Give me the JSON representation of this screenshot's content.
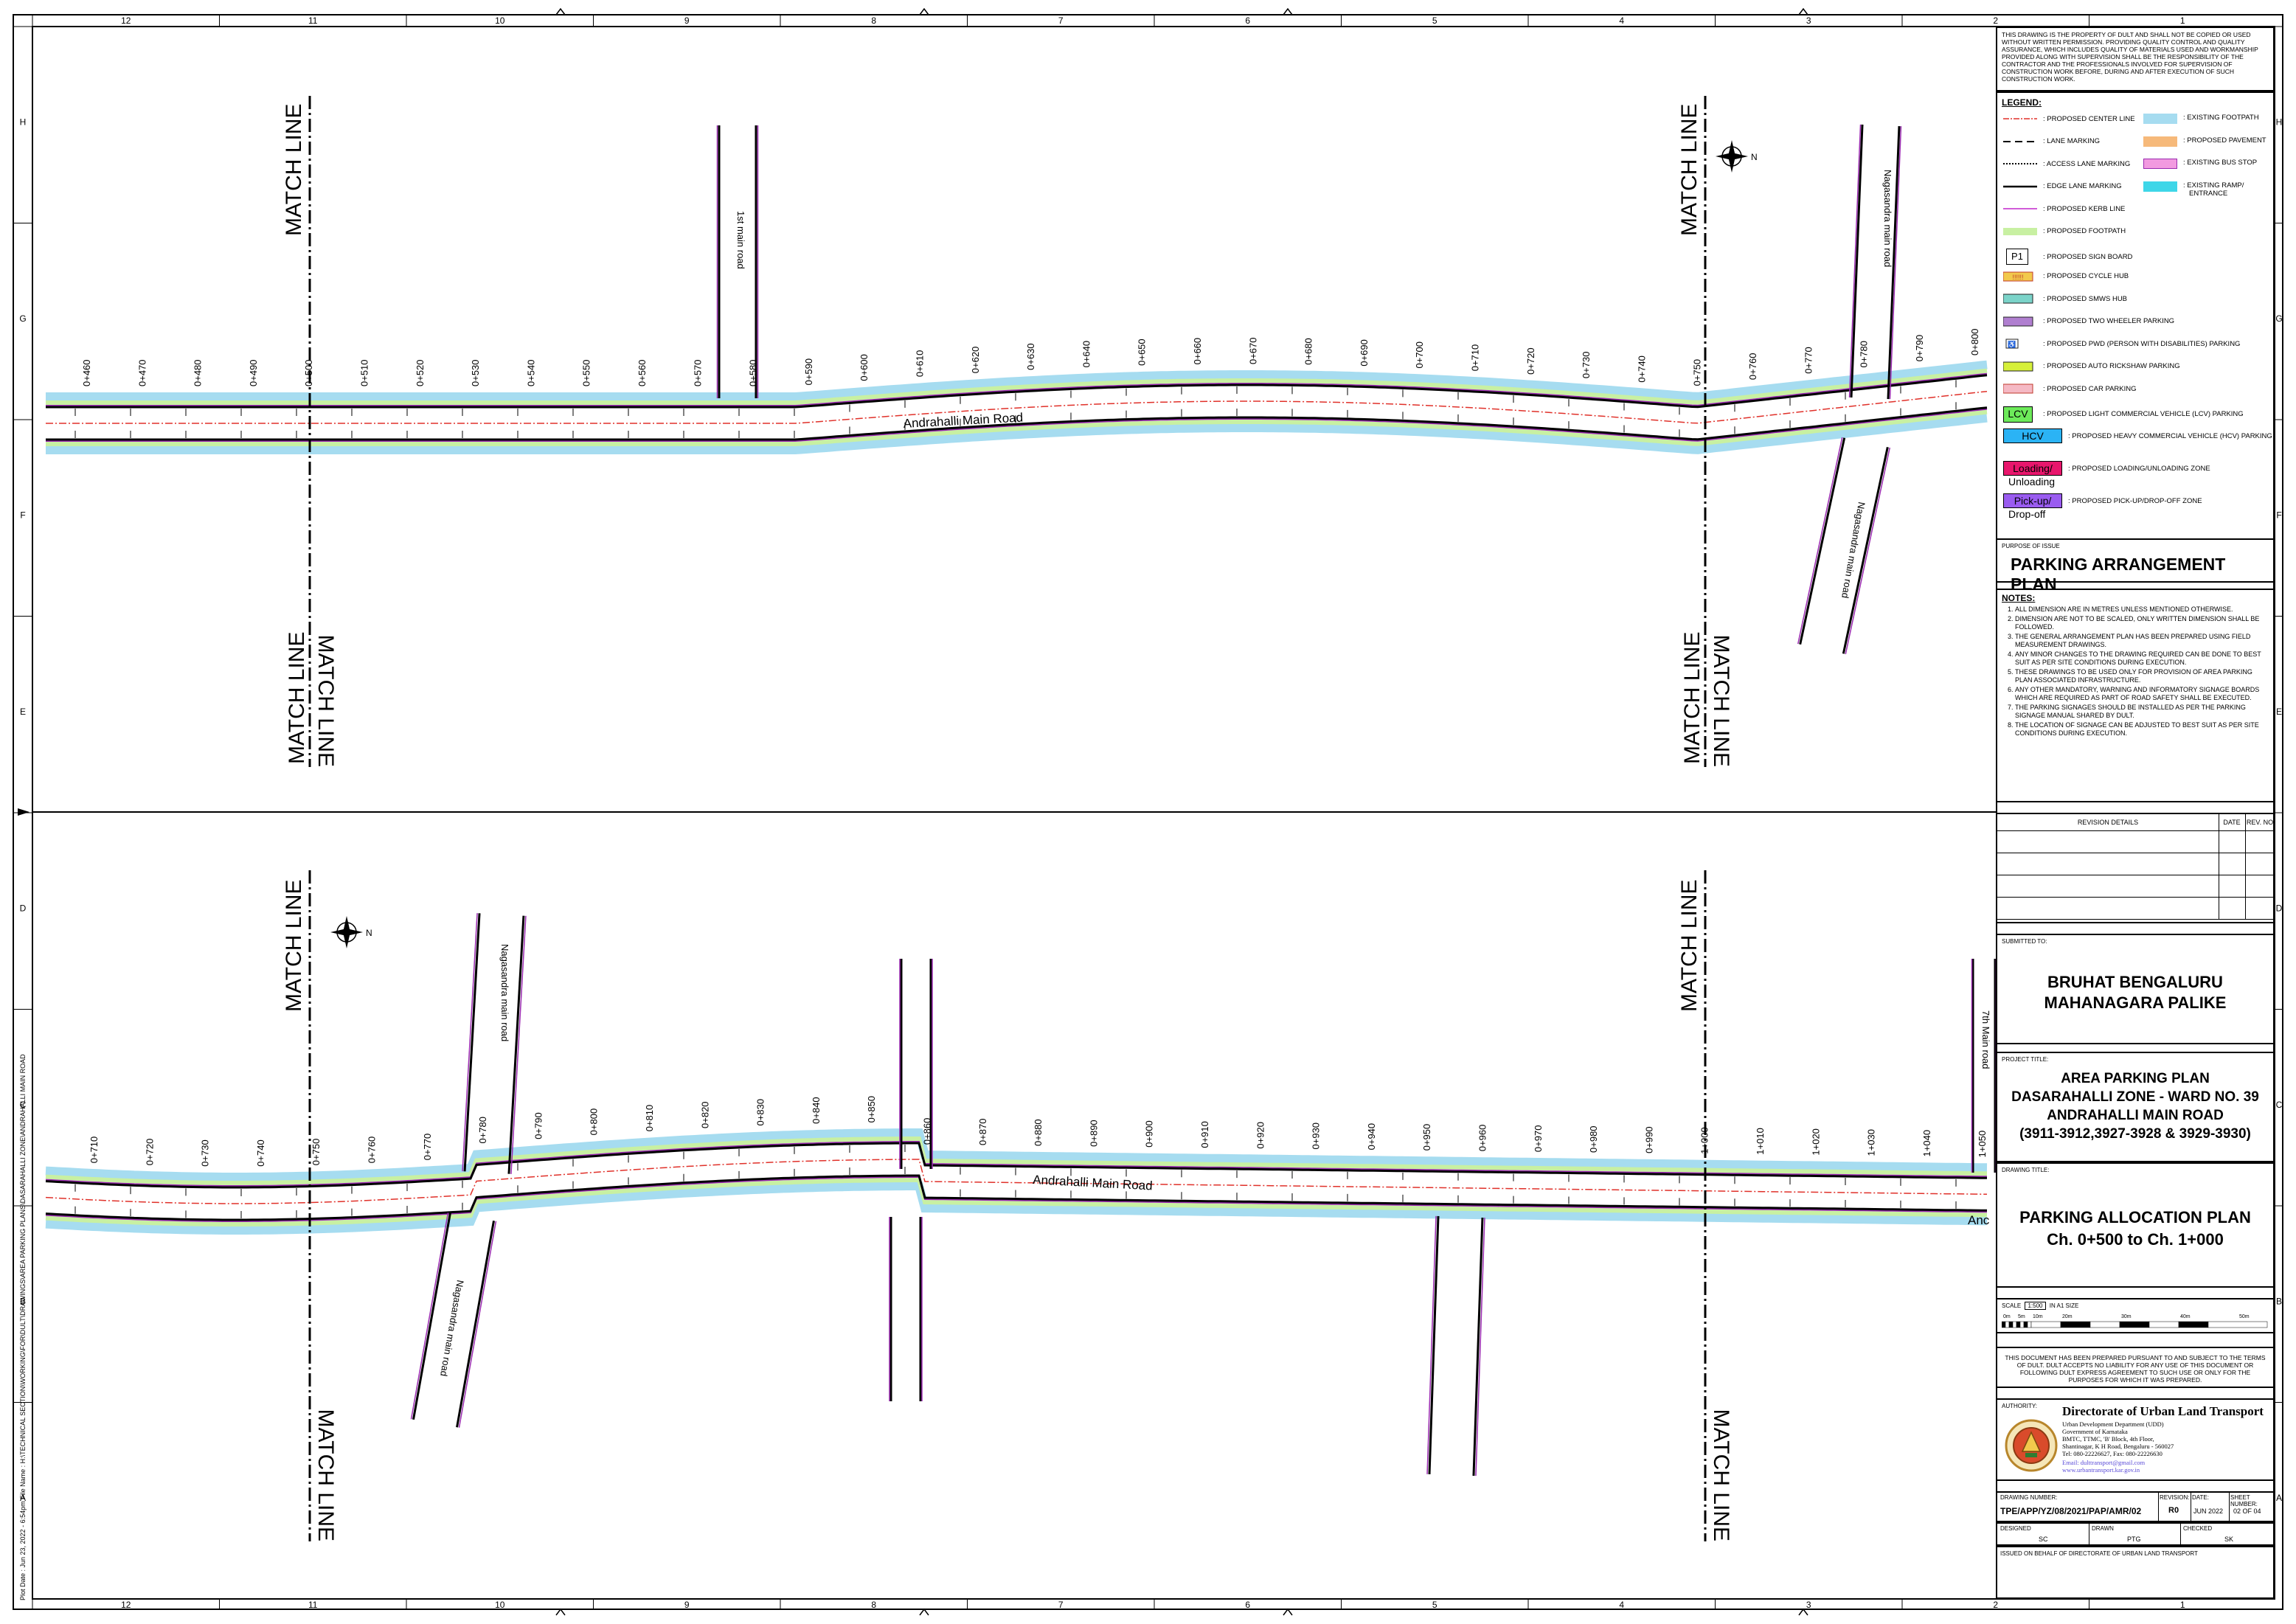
{
  "grid": {
    "columns": [
      "12",
      "11",
      "10",
      "9",
      "8",
      "7",
      "6",
      "5",
      "4",
      "3",
      "2",
      "1"
    ],
    "rows": [
      "H",
      "G",
      "F",
      "E",
      "D",
      "C",
      "B",
      "A"
    ]
  },
  "plan_top": {
    "road_name": "Andrahalli Main Road",
    "chainages": [
      "0+460",
      "0+470",
      "0+480",
      "0+490",
      "0+500",
      "0+510",
      "0+520",
      "0+530",
      "0+540",
      "0+550",
      "0+560",
      "0+570",
      "0+580",
      "0+590",
      "0+600",
      "0+610",
      "0+620",
      "0+630",
      "0+640",
      "0+650",
      "0+660",
      "0+670",
      "0+680",
      "0+690",
      "0+700",
      "0+710",
      "0+720",
      "0+730",
      "0+740",
      "0+750",
      "0+760",
      "0+770",
      "0+780",
      "0+790",
      "0+800"
    ],
    "side_roads": [
      "1st main road",
      "Nagasandra main road",
      "Nagasandra main road"
    ],
    "match_line": "MATCH LINE"
  },
  "plan_bottom": {
    "road_name": "Andrahalli Main Road",
    "road_name_cut": "Anc",
    "chainages": [
      "0+710",
      "0+720",
      "0+730",
      "0+740",
      "0+750",
      "0+760",
      "0+770",
      "0+780",
      "0+790",
      "0+800",
      "0+810",
      "0+820",
      "0+830",
      "0+840",
      "0+850",
      "0+860",
      "0+870",
      "0+880",
      "0+890",
      "0+900",
      "0+910",
      "0+920",
      "0+930",
      "0+940",
      "0+950",
      "0+960",
      "0+970",
      "0+980",
      "0+990",
      "1+000",
      "1+010",
      "1+020",
      "1+030",
      "1+040",
      "1+050"
    ],
    "side_roads": [
      "Nagasandra main road",
      "Nagasandra main road",
      "7th Main road"
    ],
    "match_line": "MATCH LINE"
  },
  "title_block": {
    "disclaimer": "THIS DRAWING IS THE PROPERTY OF DULT AND SHALL NOT BE COPIED OR USED WITHOUT WRITTEN PERMISSION. PROVIDING QUALITY CONTROL AND QUALITY ASSURANCE, WHICH INCLUDES QUALITY OF MATERIALS USED AND WORKMANSHIP PROVIDED ALONG WITH SUPERVISION SHALL BE THE RESPONSIBILITY OF THE CONTRACTOR AND THE PROFESSIONALS INVOLVED FOR SUPERVISION OF CONSTRUCTION WORK BEFORE, DURING AND AFTER EXECUTION OF SUCH CONSTRUCTION WORK.",
    "legend_title": "LEGEND:",
    "legend_left": [
      {
        "label": ": PROPOSED CENTER LINE",
        "type": "redline"
      },
      {
        "label": ": LANE MARKING",
        "type": "dash"
      },
      {
        "label": ": ACCESS LANE MARKING",
        "type": "dot"
      },
      {
        "label": ": EDGE LANE MARKING",
        "type": "solid"
      },
      {
        "label": ": PROPOSED KERB LINE",
        "type": "magenta"
      },
      {
        "label": ": PROPOSED FOOTPATH",
        "type": "green"
      },
      {
        "label": ": PROPOSED SIGN BOARD",
        "type": "p1",
        "symbol": "P1"
      },
      {
        "label": ": PROPOSED CYCLE HUB",
        "type": "cycle"
      },
      {
        "label": ": PROPOSED SMWS HUB",
        "type": "smws"
      },
      {
        "label": ": PROPOSED TWO WHEELER PARKING",
        "type": "tw"
      },
      {
        "label": ": PROPOSED PWD (PERSON WITH DISABILITIES) PARKING",
        "type": "pwd"
      },
      {
        "label": ": PROPOSED AUTO RICKSHAW PARKING",
        "type": "auto"
      },
      {
        "label": ": PROPOSED CAR PARKING",
        "type": "car"
      },
      {
        "label": ": PROPOSED LIGHT COMMERCIAL VEHICLE (LCV) PARKING",
        "type": "lcv",
        "symbol": "LCV"
      },
      {
        "label": ": PROPOSED HEAVY COMMERCIAL VEHICLE (HCV) PARKING",
        "type": "hcv",
        "symbol": "HCV"
      },
      {
        "label": ": PROPOSED LOADING/UNLOADING ZONE",
        "type": "load",
        "symbol": "Loading/",
        "symbol2": "Unloading"
      },
      {
        "label": ": PROPOSED PICK-UP/DROP-OFF ZONE",
        "type": "pick",
        "symbol": "Pick-up/",
        "symbol2": "Drop-off"
      }
    ],
    "legend_right": [
      {
        "label": ": EXISTING FOOTPATH",
        "type": "exfoot"
      },
      {
        "label": ": PROPOSED PAVEMENT",
        "type": "pave"
      },
      {
        "label": ": EXISTING BUS STOP",
        "type": "bus"
      },
      {
        "label": ": EXISTING RAMP/",
        "label2": "ENTRANCE",
        "type": "ramp"
      }
    ],
    "purpose_caption": "PURPOSE OF ISSUE",
    "purpose": "PARKING ARRANGEMENT PLAN",
    "notes_title": "NOTES:",
    "notes": [
      "ALL DIMENSION ARE IN METRES UNLESS MENTIONED OTHERWISE.",
      "DIMENSION ARE NOT TO BE SCALED, ONLY WRITTEN DIMENSION SHALL BE FOLLOWED.",
      "THE GENERAL ARRANGEMENT PLAN HAS BEEN PREPARED USING FIELD MEASUREMENT DRAWINGS.",
      "ANY MINOR CHANGES TO THE DRAWING REQUIRED CAN BE DONE TO BEST SUIT AS PER SITE CONDITIONS DURING EXECUTION.",
      "THESE DRAWINGS TO BE USED ONLY FOR PROVISION OF AREA PARKING PLAN ASSOCIATED INFRASTRUCTURE.",
      "ANY OTHER MANDATORY, WARNING AND INFORMATORY SIGNAGE BOARDS WHICH ARE REQUIRED AS PART OF ROAD SAFETY SHALL BE EXECUTED.",
      "THE PARKING SIGNAGES SHOULD BE INSTALLED AS PER THE PARKING SIGNAGE MANUAL SHARED BY DULT.",
      "THE LOCATION OF SIGNAGE CAN BE ADJUSTED TO BEST SUIT AS PER SITE CONDITIONS DURING EXECUTION."
    ],
    "revision_headers": [
      "REVISION DETAILS",
      "DATE",
      "REV. NO"
    ],
    "submitted_caption": "SUBMITTED TO:",
    "submitted_line1": "BRUHAT BENGALURU",
    "submitted_line2": "MAHANAGARA PALIKE",
    "project_caption": "PROJECT TITLE:",
    "project_line1": "AREA PARKING PLAN",
    "project_line2": "DASARAHALLI ZONE - WARD NO. 39",
    "project_line3": "ANDRAHALLI MAIN ROAD",
    "project_line4": "(3911-3912,3927-3928 & 3929-3930)",
    "drawing_caption": "DRAWING TITLE:",
    "drawing_line1": "PARKING ALLOCATION PLAN",
    "drawing_line2": "Ch. 0+500 to Ch. 1+000",
    "scale_label": "SCALE",
    "scale_value": "1:500",
    "scale_suffix": "IN A1 SIZE",
    "scale_ticks": [
      "0m",
      "5m",
      "10m",
      "20m",
      "30m",
      "40m",
      "50m"
    ],
    "document_note": "THIS DOCUMENT HAS BEEN PREPARED PURSUANT TO AND SUBJECT TO THE TERMS OF DULT. DULT ACCEPTS NO LIABILITY FOR ANY USE OF THIS DOCUMENT OR FOLLOWING DULT EXPRESS AGREEMENT TO SUCH USE OR ONLY FOR THE PURPOSES FOR WHICH IT WAS PREPARED.",
    "authority_caption": "AUTHORITY:",
    "authority_name": "Directorate of Urban Land Transport",
    "authority_lines": [
      "Urban Development Department (UDD)",
      "Government of Karnataka",
      "BMTC, TTMC, 'B' Block, 4th Floor,",
      "Shantinagar, K H Road, Bengaluru - 560027",
      "Tel: 080-22226627, Fax: 080-22226630"
    ],
    "authority_email": "Email: dulttransport@gmail.com",
    "authority_web": "www.urbantransport.kar.gov.in",
    "drawing_number_caption": "DRAWING NUMBER:",
    "drawing_number": "TPE/APP/YZ/08/2021/PAP/AMR/02",
    "revision_caption": "REVISION:",
    "revision_value": "R0",
    "date_caption": "DATE:",
    "date_value": "JUN 2022",
    "sheet_caption": "SHEET NUMBER:",
    "sheet_value": "02 OF 04",
    "designed_caption": "DESIGNED",
    "designed_value": "SC",
    "drawn_caption": "DRAWN",
    "drawn_value": "PTG",
    "checked_caption": "CHECKED",
    "checked_value": "SK",
    "issued_note": "ISSUED ON BEHALF OF DIRECTORATE OF URBAN LAND TRANSPORT"
  },
  "margin_text": "Plot Date : Jun 23, 2022 - 6:54pm   File Name : H:\\TECHNICAL SECTION\\WORKING\\FOR\\DULT\\DRAWINGS\\AREA PARKING PLANS\\DASARAHALLI ZONE\\ANDRAHALLI MAIN ROAD"
}
